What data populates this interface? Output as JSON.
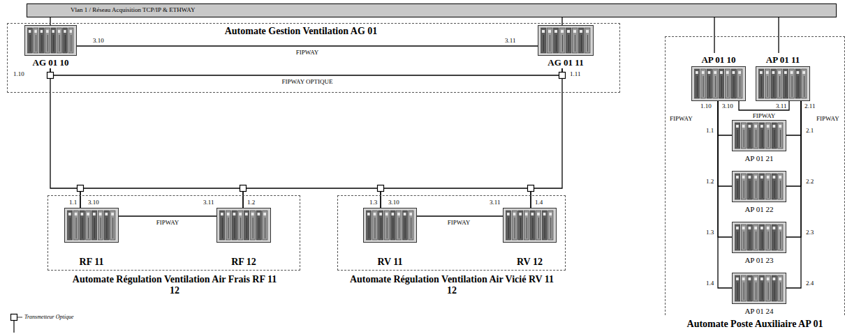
{
  "diagram": {
    "nodes": [
      {
        "text": [
          "Vlan 1 / Réseau Acquisition TCP/IP & ETHWAY"
        ]
      },
      {
        "text": [
          "Automate Gestion Ventilation AG 01"
        ]
      },
      {
        "text": [
          "AG 01 10"
        ],
        "in": 1
      },
      {
        "text": [
          "AG 01 11"
        ],
        "in": 1
      },
      {
        "text": [
          "Automate Régulation Ventilation Air Frais RF 11 12"
        ]
      },
      {
        "text": [
          "RF 11"
        ],
        "in": 4
      },
      {
        "text": [
          "RF 12"
        ],
        "in": 4
      },
      {
        "text": [
          "Automate Régulation Ventilation Air Vicié RV 11 12"
        ]
      },
      {
        "text": [
          "RV 11"
        ],
        "in": 7
      },
      {
        "text": [
          "RV 12"
        ],
        "in": 7
      },
      {
        "text": [
          "Automate Poste Auxiliaire AP 01"
        ]
      },
      {
        "text": [
          "AP 01 10"
        ],
        "in": 10
      },
      {
        "text": [
          "AP 01 11"
        ],
        "in": 10
      },
      {
        "text": [
          "AP 01 21"
        ],
        "in": 10
      },
      {
        "text": [
          "AP 01 22"
        ],
        "in": 10
      },
      {
        "text": [
          "AP 01 23"
        ],
        "in": 10
      },
      {
        "text": [
          "AP 01 24"
        ],
        "in": 10
      }
    ],
    "edges": [
      {
        "from": 0,
        "to": 2,
        "arrow": "none"
      },
      {
        "from": 0,
        "to": 3,
        "arrow": "none"
      },
      {
        "from": 0,
        "to": 11,
        "arrow": "none"
      },
      {
        "from": 0,
        "to": 12,
        "arrow": "none"
      },
      {
        "from": 2,
        "to": 3,
        "label": "FIPWAY",
        "arrow": "none"
      },
      {
        "from": 2,
        "to": 3,
        "label": "FIPWAY OPTIQUE",
        "arrow": "none"
      },
      {
        "from": 2,
        "to": 5,
        "arrow": "none"
      },
      {
        "from": 5,
        "to": 6,
        "arrow": "none"
      },
      {
        "from": 6,
        "to": 8,
        "arrow": "none"
      },
      {
        "from": 8,
        "to": 9,
        "arrow": "none"
      },
      {
        "from": 9,
        "to": 3,
        "arrow": "none"
      },
      {
        "from": 5,
        "to": 6,
        "label": "FIPWAY",
        "arrow": "none"
      },
      {
        "from": 8,
        "to": 9,
        "label": "FIPWAY",
        "arrow": "none"
      },
      {
        "from": 11,
        "to": 12,
        "label": "FIPWAY",
        "arrow": "none"
      },
      {
        "from": 11,
        "to": 13,
        "arrow": "none"
      },
      {
        "from": 11,
        "to": 14,
        "arrow": "none"
      },
      {
        "from": 11,
        "to": 15,
        "arrow": "none"
      },
      {
        "from": 11,
        "to": 16,
        "arrow": "none"
      },
      {
        "from": 12,
        "to": 13,
        "arrow": "none"
      },
      {
        "from": 12,
        "to": 14,
        "arrow": "none"
      },
      {
        "from": 12,
        "to": 15,
        "arrow": "none"
      },
      {
        "from": 12,
        "to": 16,
        "arrow": "none"
      }
    ],
    "labels": [
      "3.10",
      "3.11",
      "1.10",
      "1.11",
      "1.1",
      "3.10",
      "3.11",
      "1.2",
      "1.3",
      "3.10",
      "3.11",
      "1.4",
      "1.10",
      "3.10",
      "3.11",
      "2.11",
      "FIPWAY",
      "FIPWAY",
      "1.1",
      "1.2",
      "1.3",
      "1.4",
      "2.1",
      "2.2",
      "2.3",
      "2.4"
    ],
    "legend": [
      {
        "text": "Transmetteur Optique"
      }
    ]
  }
}
